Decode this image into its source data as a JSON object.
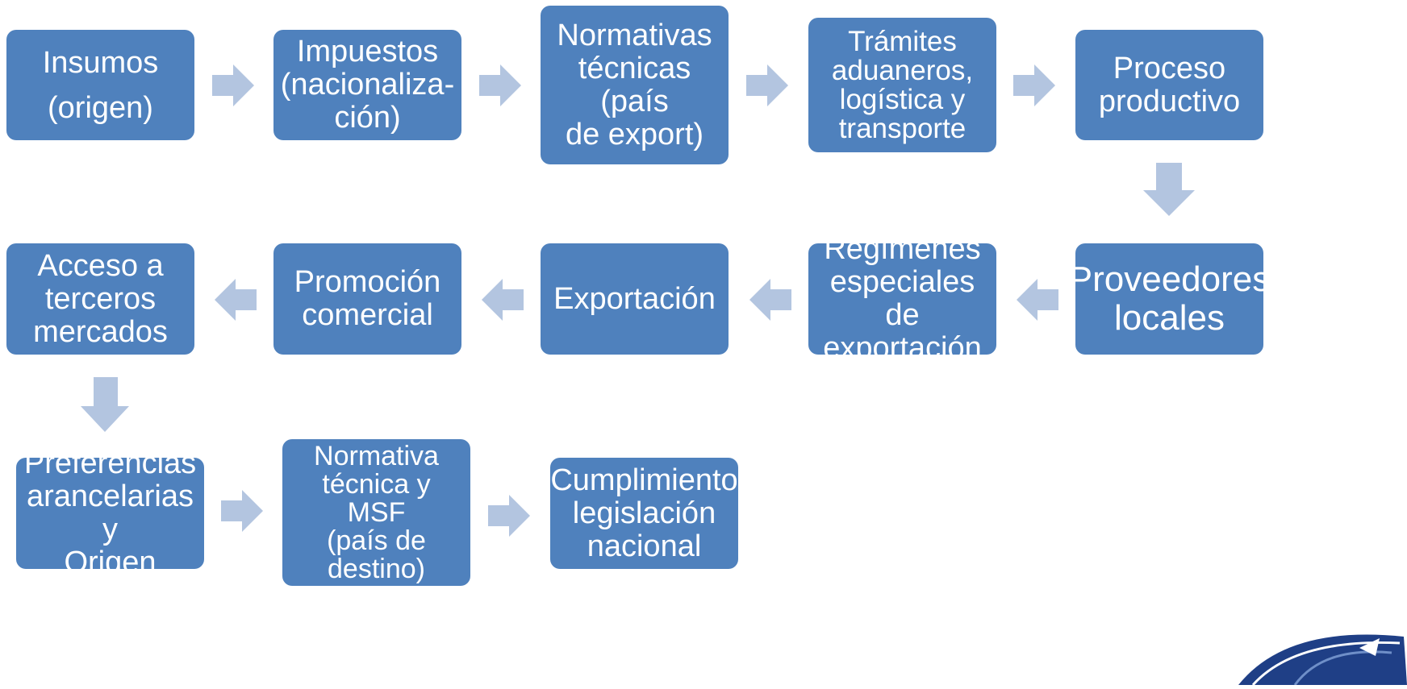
{
  "colors": {
    "box_fill": "#4f81bd",
    "arrow_fill": "#b3c5e0",
    "text": "#ffffff"
  },
  "nodes": [
    {
      "id": "insumos",
      "label": "Insumos\n(origen)"
    },
    {
      "id": "impuestos",
      "label": "Impuestos\n(nacionaliza-\nción)"
    },
    {
      "id": "normativas",
      "label": "Normativas\ntécnicas (país\nde export)"
    },
    {
      "id": "tramites",
      "label": "Trámites\naduaneros,\nlogística  y\ntransporte"
    },
    {
      "id": "proceso",
      "label": "Proceso\nproductivo"
    },
    {
      "id": "proveedores",
      "label": "Proveedores\nlocales"
    },
    {
      "id": "regimenes",
      "label": "Regímenes\nespeciales de\nexportación"
    },
    {
      "id": "exportacion",
      "label": "Exportación"
    },
    {
      "id": "promocion",
      "label": "Promoción\ncomercial"
    },
    {
      "id": "acceso",
      "label": "Acceso a\nterceros\nmercados"
    },
    {
      "id": "preferencias",
      "label": "Preferencias\narancelarias y\nOrigen"
    },
    {
      "id": "normativa_msf",
      "label": "Normativa\ntécnica y MSF\n(país de\ndestino)"
    },
    {
      "id": "cumplimiento",
      "label": "Cumplimiento\nlegislación\nnacional"
    }
  ],
  "arrows": [
    {
      "from": "insumos",
      "to": "impuestos",
      "direction": "right"
    },
    {
      "from": "impuestos",
      "to": "normativas",
      "direction": "right"
    },
    {
      "from": "normativas",
      "to": "tramites",
      "direction": "right"
    },
    {
      "from": "tramites",
      "to": "proceso",
      "direction": "right"
    },
    {
      "from": "proceso",
      "to": "proveedores",
      "direction": "down"
    },
    {
      "from": "proveedores",
      "to": "regimenes",
      "direction": "left"
    },
    {
      "from": "regimenes",
      "to": "exportacion",
      "direction": "left"
    },
    {
      "from": "exportacion",
      "to": "promocion",
      "direction": "left"
    },
    {
      "from": "promocion",
      "to": "acceso",
      "direction": "left"
    },
    {
      "from": "acceso",
      "to": "preferencias",
      "direction": "down"
    },
    {
      "from": "preferencias",
      "to": "normativa_msf",
      "direction": "right"
    },
    {
      "from": "normativa_msf",
      "to": "cumplimiento",
      "direction": "right"
    }
  ]
}
